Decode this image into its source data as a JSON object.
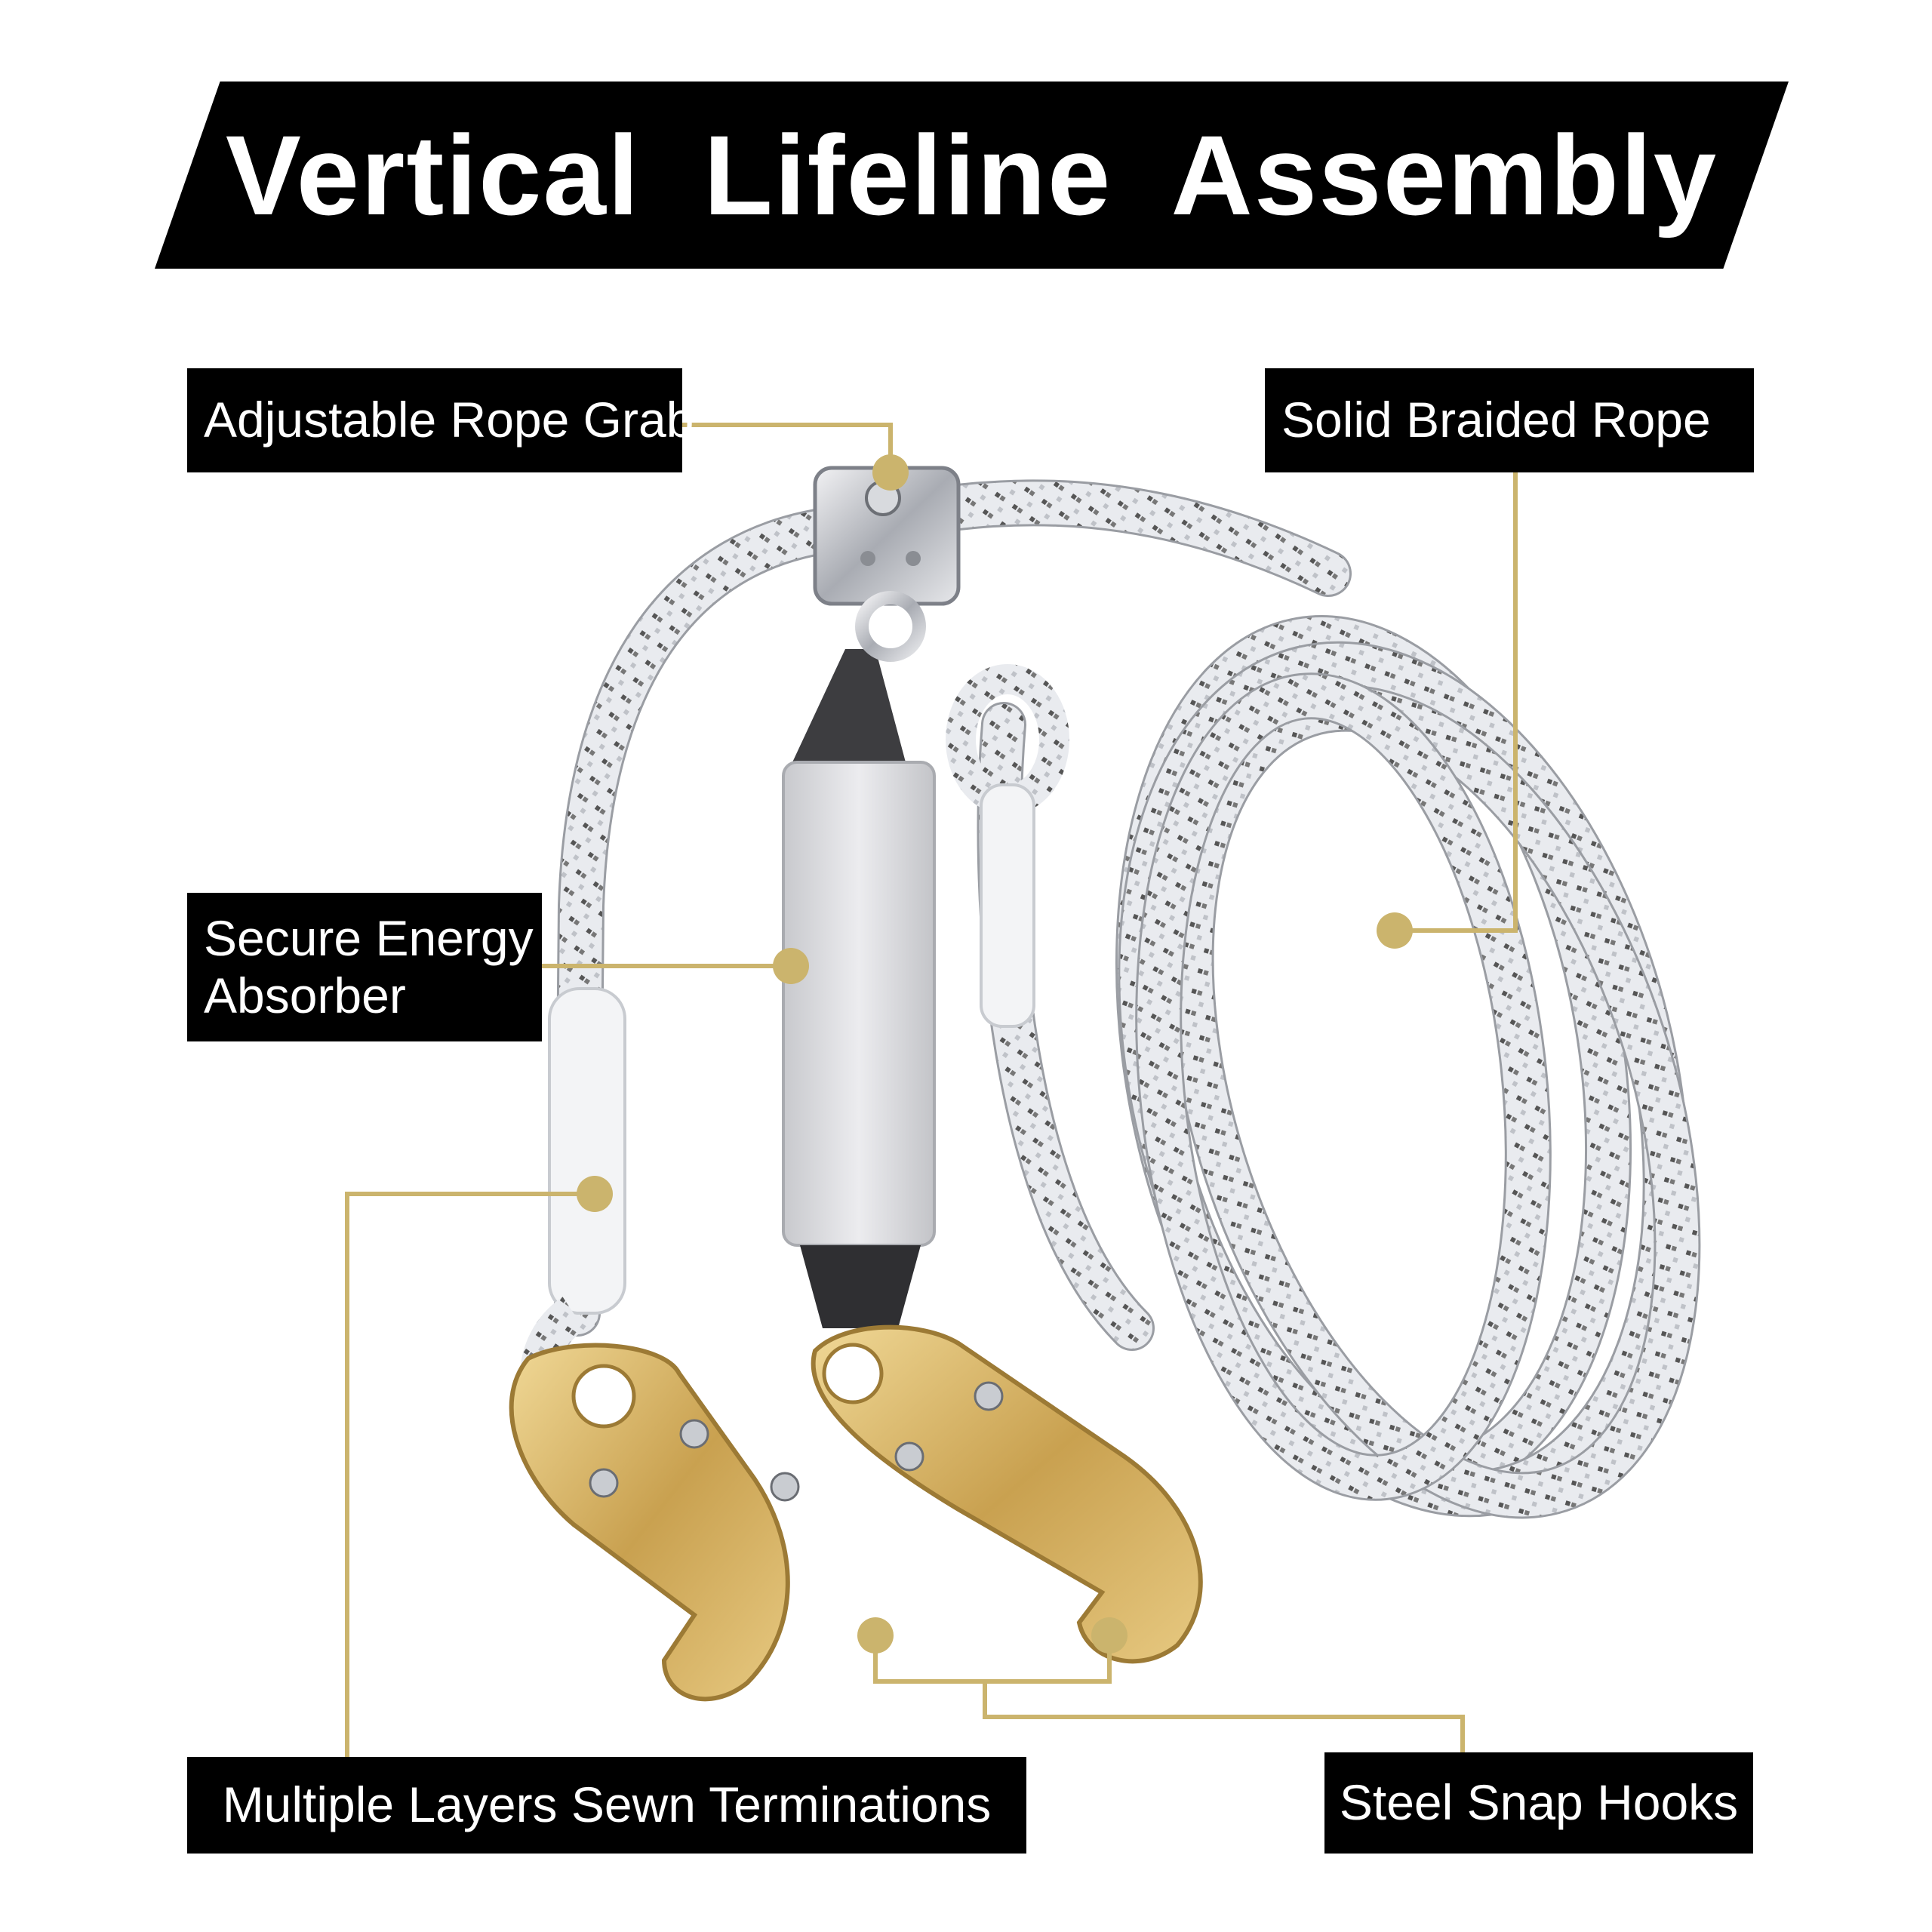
{
  "banner": {
    "title": "Vertical  Lifeline  Assembly"
  },
  "labels": {
    "rope_grab": "Adjustable Rope Grab",
    "braided_rope": "Solid Braided Rope",
    "absorber_line1": "Secure Energy",
    "absorber_line2": "Absorber",
    "terminations": "Multiple Layers Sewn Terminations",
    "snap_hooks": "Steel Snap Hooks"
  },
  "colors": {
    "callout_gold": "#cbb46d",
    "banner_bg": "#000000",
    "label_text": "#ffffff",
    "hook_metal": "#d4b064",
    "rope_base": "#e6e8ec"
  }
}
